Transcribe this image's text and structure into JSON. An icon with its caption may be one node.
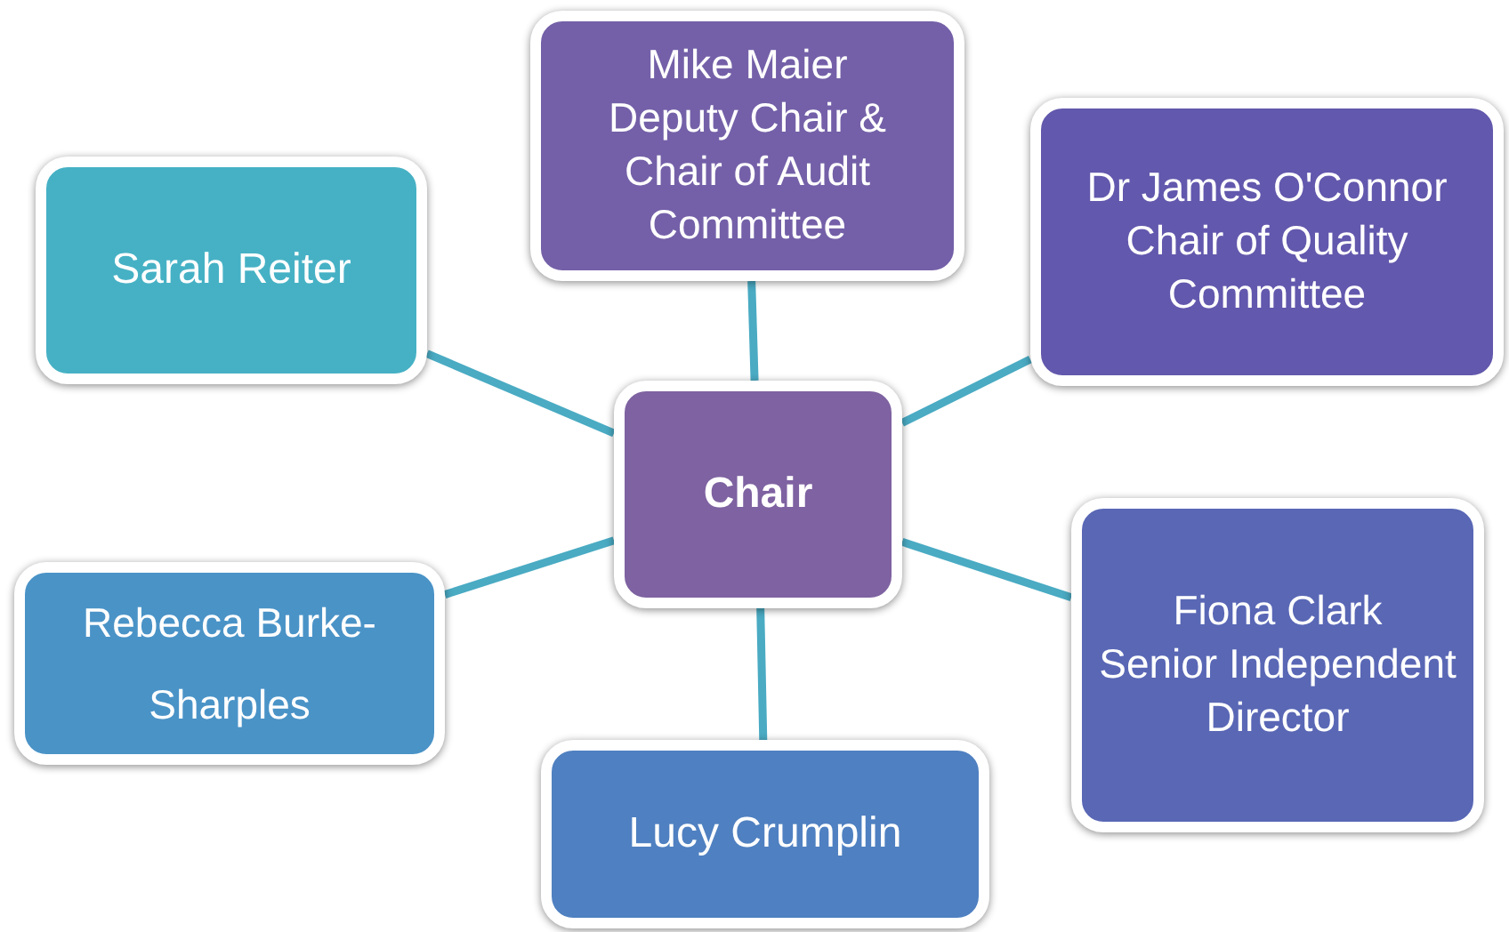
{
  "diagram": {
    "nodes": [
      {
        "text": [
          "Chair"
        ]
      },
      {
        "text": [
          "Mike Maier",
          "Deputy Chair & Chair of Audit Committee"
        ]
      },
      {
        "text": [
          "Dr James O'Connor",
          "Chair of Quality Committee"
        ]
      },
      {
        "text": [
          "Sarah Reiter"
        ]
      },
      {
        "text": [
          "Fiona Clark",
          "Senior Independent Director"
        ]
      },
      {
        "text": [
          "Rebecca Burke-Sharples"
        ]
      },
      {
        "text": [
          "Lucy Crumplin"
        ]
      }
    ],
    "edges": [
      {
        "from": 0,
        "to": 1,
        "arrow": "none"
      },
      {
        "from": 0,
        "to": 2,
        "arrow": "none"
      },
      {
        "from": 0,
        "to": 3,
        "arrow": "none"
      },
      {
        "from": 0,
        "to": 4,
        "arrow": "none"
      },
      {
        "from": 0,
        "to": 5,
        "arrow": "none"
      },
      {
        "from": 0,
        "to": 6,
        "arrow": "none"
      }
    ]
  }
}
